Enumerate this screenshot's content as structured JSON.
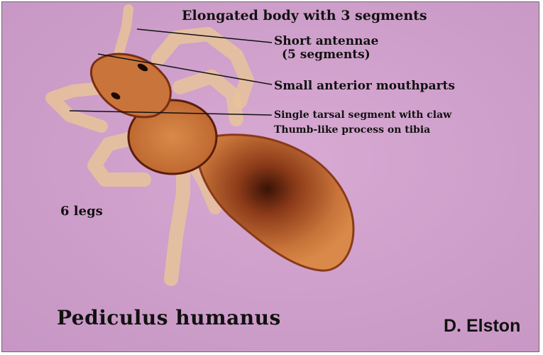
{
  "labels": {
    "body_segments": "Elongated body with 3 segments",
    "antennae_line1": "Short antennae",
    "antennae_line2": "(5 segments)",
    "mouthparts": "Small anterior mouthparts",
    "tarsal": "Single tarsal segment with claw",
    "tibia": "Thumb-like process on tibia",
    "legs": "6 legs"
  },
  "species_name": "Pediculus humanus",
  "photo_credit": "D. Elston",
  "colors": {
    "background": "#cfa0cb",
    "louse_body": "#c9743a",
    "louse_dark": "#4a1a0c",
    "legs": "#e8c39a",
    "text": "#111111"
  }
}
